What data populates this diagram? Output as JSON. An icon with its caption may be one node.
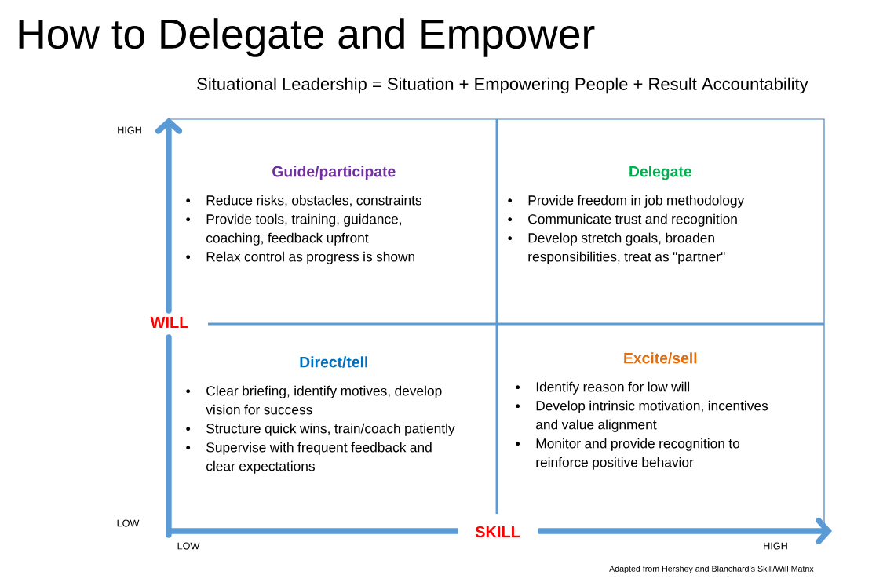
{
  "diagram": {
    "title": "How to Delegate and Empower",
    "caption": "Adapted from Hershey and Blanchard’s Skill/Will Matrix",
    "nodes": [
      {
        "text": [
          "Guide/participate",
          "Reduce risks, obstacles, constraints",
          "Provide tools, training, guidance, coaching, feedback upfront",
          "Relax control as progress is shown"
        ]
      },
      {
        "text": [
          "Delegate",
          "Provide freedom in job methodology",
          "Communicate trust and recognition",
          "Develop stretch goals, broaden responsibilities, treat as \"partner\""
        ]
      },
      {
        "text": [
          "Direct/tell",
          "Clear briefing, identify motives, develop vision for success",
          "Structure quick wins, train/coach patiently",
          "Supervise with frequent feedback and clear expectations"
        ]
      },
      {
        "text": [
          "Excite/sell",
          "Identify reason for low will",
          "Develop intrinsic motivation, incentives and value alignment",
          "Monitor and provide recognition to reinforce positive behavior"
        ]
      }
    ],
    "labels": [
      "Situational Leadership = Situation + Empowering People + Result Accountability",
      "HIGH",
      "WILL",
      "LOW",
      "SKILL",
      "LOW",
      "HIGH"
    ]
  }
}
